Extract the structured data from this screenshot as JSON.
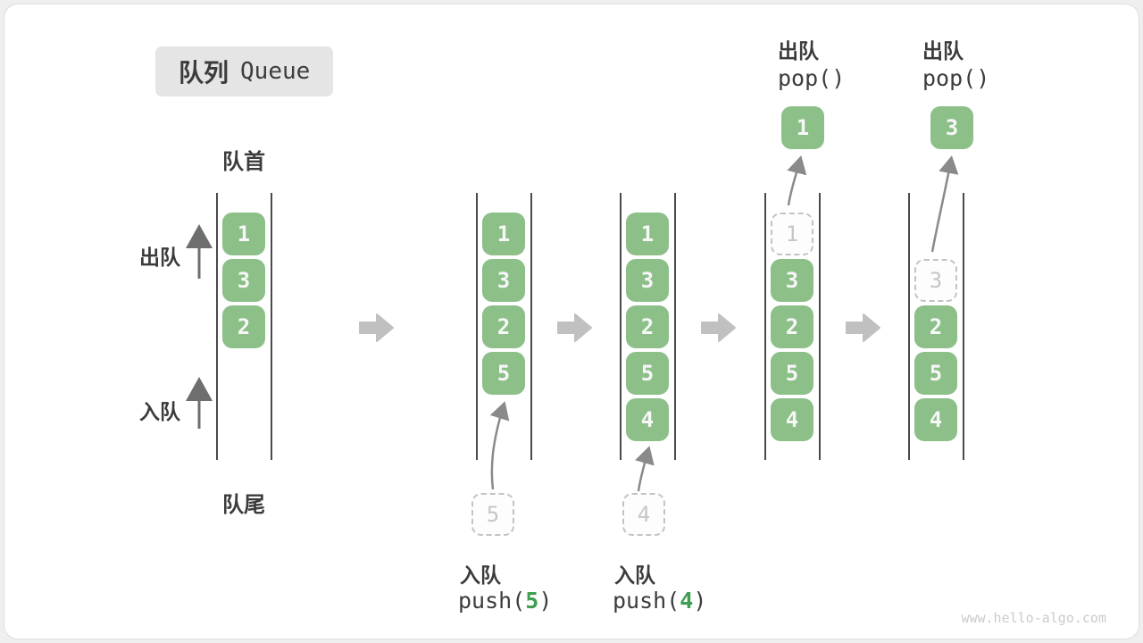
{
  "title": {
    "zh": "队列",
    "en": "Queue"
  },
  "labels": {
    "front": "队首",
    "rear": "队尾",
    "dequeue": "出队",
    "enqueue": "入队"
  },
  "watermark": "www.hello-algo.com",
  "colors": {
    "cell_green": "#8CC088",
    "cell_text": "#F7F7F7",
    "accent_green": "#3F9E4F",
    "dashed_border": "#C3C3C3",
    "dashed_text": "#C6C6C6",
    "line": "#4A4A4A",
    "text_dark": "#3C3C3C",
    "block_arrow": "#C0C0C0",
    "curve_arrow": "#8A8A8A",
    "side_arrow": "#6E6E6E",
    "watermark": "#CBCBCB",
    "title_bg": "#E5E5E5"
  },
  "states": [
    {
      "cells": [
        "1",
        "3",
        "2"
      ]
    },
    {
      "cells": [
        "1",
        "3",
        "2",
        "5"
      ],
      "incoming": "5"
    },
    {
      "cells": [
        "1",
        "3",
        "2",
        "5",
        "4"
      ],
      "incoming": "4"
    },
    {
      "dashed": "1",
      "cells": [
        "3",
        "2",
        "5",
        "4"
      ],
      "popped": "1"
    },
    {
      "dashed": "3",
      "cells": [
        "2",
        "5",
        "4"
      ],
      "popped": "3"
    }
  ],
  "ops": {
    "push5": {
      "name": "入队",
      "pre": "push(",
      "arg": "5",
      "post": ")"
    },
    "push4": {
      "name": "入队",
      "pre": "push(",
      "arg": "4",
      "post": ")"
    },
    "popA": {
      "name": "出队",
      "fn": "pop()"
    },
    "popB": {
      "name": "出队",
      "fn": "pop()"
    }
  }
}
